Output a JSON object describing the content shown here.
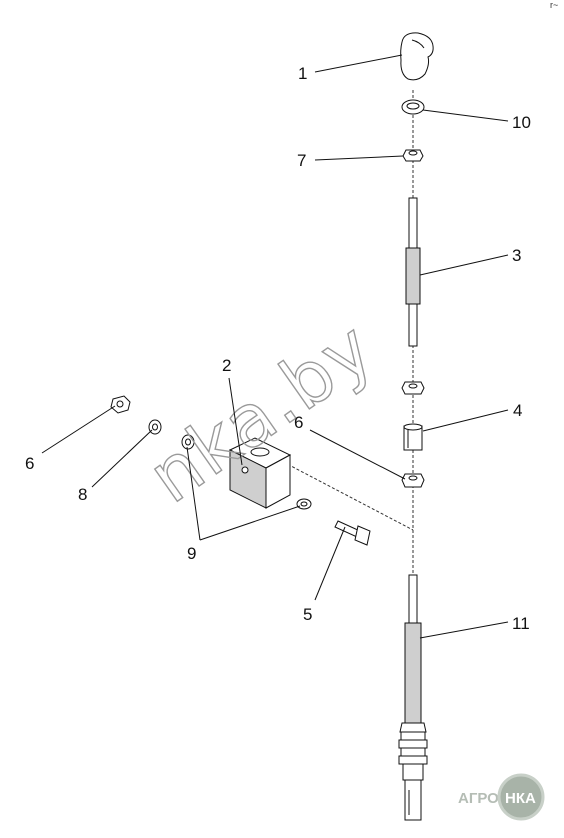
{
  "diagram": {
    "callouts": {
      "c1": "1",
      "c2": "2",
      "c3": "3",
      "c4": "4",
      "c5": "5",
      "c6a": "6",
      "c6b": "6",
      "c7": "7",
      "c8": "8",
      "c9": "9",
      "c10": "10",
      "c11": "11"
    },
    "watermark": "nka.by",
    "logo": {
      "text_left": "АГРО",
      "text_right": "НКА",
      "color": "#9aa59a"
    },
    "corner_mark": "r~"
  }
}
